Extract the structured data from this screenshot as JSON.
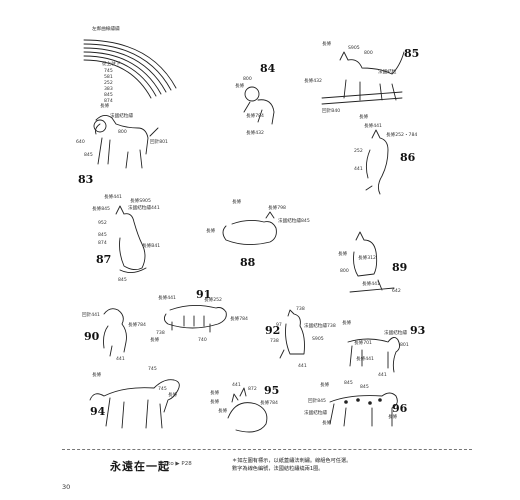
{
  "legend": {
    "title": "左鄰曲線繡繡",
    "order_label": "從上往下",
    "colors": [
      "745",
      "581",
      "252",
      "383",
      "845",
      "874"
    ]
  },
  "figures": [
    {
      "number": "83",
      "labels": [
        "長條",
        "法國結粒繡",
        "800",
        "640",
        "845",
        "回針801"
      ]
    },
    {
      "number": "84",
      "labels": [
        "800",
        "長條",
        "長條784",
        "長條432"
      ]
    },
    {
      "number": "85",
      "labels": [
        "長條",
        "S905",
        "800",
        "長條432",
        "法國結粒",
        "回針B40"
      ]
    },
    {
      "number": "86",
      "labels": [
        "長條",
        "長條441",
        "長條252・784",
        "252",
        "441"
      ]
    },
    {
      "number": "87",
      "labels": [
        "長條441",
        "長條S905",
        "法國結粒繡441",
        "長條845",
        "952",
        "845",
        "874",
        "長條B41",
        "845"
      ]
    },
    {
      "number": "88",
      "labels": [
        "長條",
        "長條798",
        "法國結粒繡845",
        "長條"
      ]
    },
    {
      "number": "89",
      "labels": [
        "長條",
        "長條312",
        "800",
        "長條441",
        "642"
      ]
    },
    {
      "number": "90",
      "labels": [
        "回針441",
        "長條784",
        "441"
      ]
    },
    {
      "number": "91",
      "labels": [
        "長條441",
        "長條252",
        "長條784",
        "738",
        "長條",
        "740"
      ]
    },
    {
      "number": "92",
      "labels": [
        "97",
        "738",
        "法國結粒繡738",
        "S905",
        "738",
        "441"
      ]
    },
    {
      "number": "93",
      "labels": [
        "長條",
        "長條701",
        "法國結粒繡",
        "801",
        "長條441",
        "441"
      ]
    },
    {
      "number": "94",
      "labels": [
        "745",
        "長條",
        "745",
        "長條"
      ]
    },
    {
      "number": "95",
      "labels": [
        "441",
        "長條",
        "長條",
        "872",
        "長條784",
        "長條"
      ]
    },
    {
      "number": "96",
      "labels": [
        "長條",
        "845",
        "845",
        "回針845",
        "法國結粒繡",
        "長條",
        "長條"
      ]
    }
  ],
  "footer": {
    "title": "永遠在一起",
    "photo_ref": "Photo ▶ P28",
    "note_line1": "＊如左圖有標示，以紙蓋繡法刺繡。線組色可任選。",
    "note_line2": "數字為線色編號，法國結粒繡繞兩1圈。",
    "page_number": "30"
  }
}
